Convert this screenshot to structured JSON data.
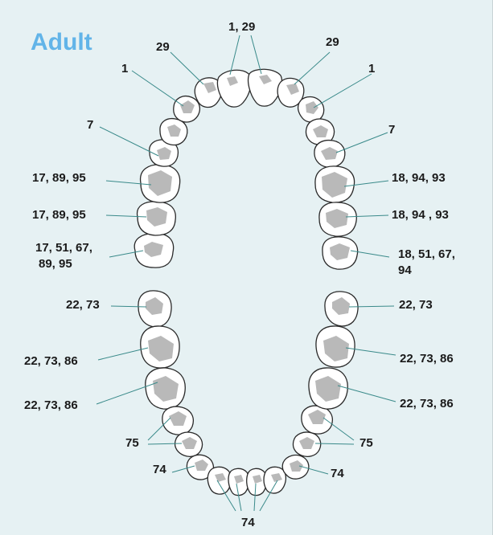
{
  "title": "Adult",
  "upper": {
    "right_molar3": "17, 51, 67,",
    "right_molar3_line2": "89, 95",
    "right_molar2": "17, 89, 95",
    "right_molar1": "17, 89, 95",
    "right_premolars": "7",
    "right_canine": "1",
    "right_lateral": "29",
    "centrals": "1, 29",
    "left_lateral": "29",
    "left_canine": "1",
    "left_premolars": "7",
    "left_molar1": "18, 94, 93",
    "left_molar2": "18, 94 , 93",
    "left_molar3": "18, 51, 67,",
    "left_molar3_line2": "94"
  },
  "lower": {
    "right_molar3": "22, 73",
    "right_molar2": "22, 73, 86",
    "right_molar1": "22, 73, 86",
    "right_premolars": "75",
    "right_canine": "74",
    "incisors": "74",
    "left_canine": "74",
    "left_premolars": "75",
    "left_molar1": "22, 73, 86",
    "left_molar2": "22, 73, 86",
    "left_molar3": "22, 73"
  }
}
